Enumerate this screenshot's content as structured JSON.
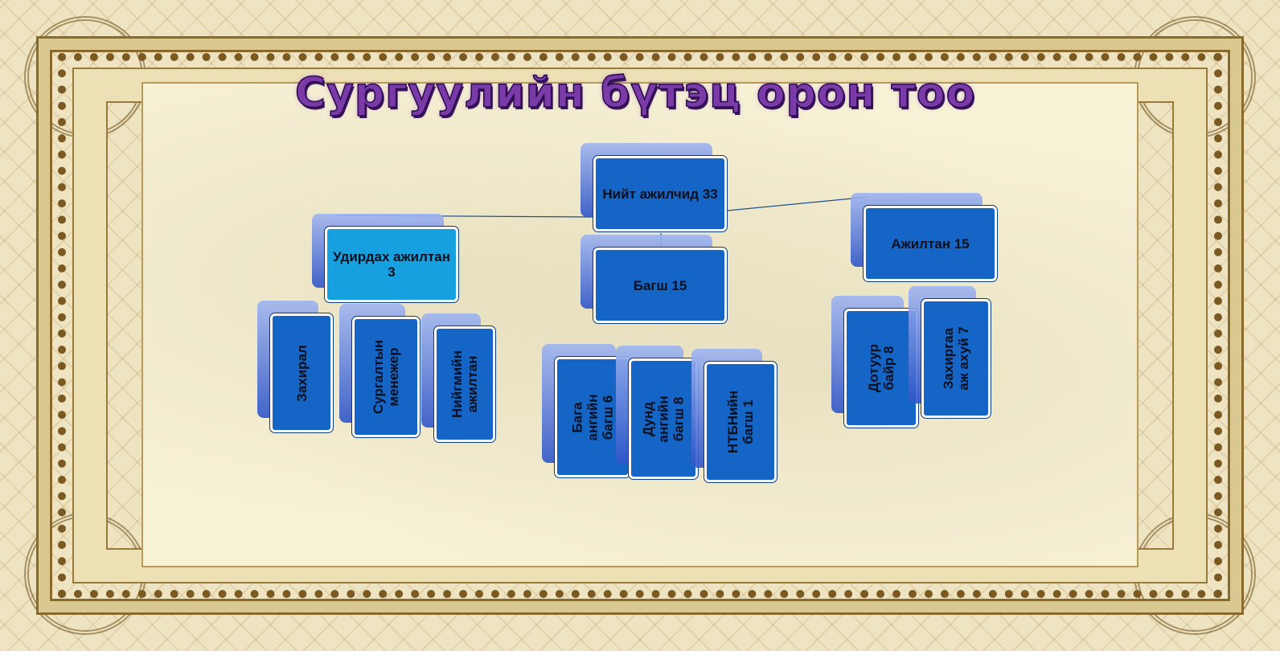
{
  "title": "Сургуулийн бүтэц орон тоо",
  "nodes": {
    "total": "Нийт ажилчид 33",
    "admin": "Удирдах ажилтан 3",
    "teachers": "Багш 15",
    "staff": "Ажилтан 15",
    "director": "Захирал",
    "edu_manager": "Сургалтын менежер",
    "social_worker": "Нийгмийн ажилтан",
    "primary_teachers": "Бага ангийн багш 6",
    "middle_teachers": "Дунд ангийн багш 8",
    "ntbh_teacher": "НТБНийн багш 1",
    "dormitory": "Дотуур байр 8",
    "admin_staff": "Захиргаа аж ахуй 7"
  },
  "colors": {
    "box_fill": "#1565c6",
    "box_fill_light": "#17a0e0",
    "title": "#7a3aa8"
  }
}
